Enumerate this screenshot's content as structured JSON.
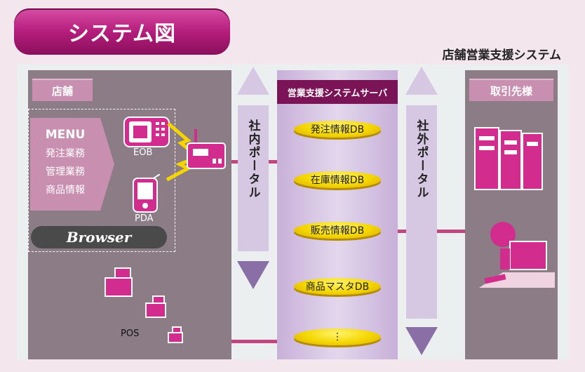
{
  "title": "システム図",
  "subtitle": "店舗営業支援システム",
  "store": {
    "header": "店舗",
    "menu": {
      "title": "MENU",
      "items": [
        "発注業務",
        "管理業務",
        "商品情報"
      ]
    },
    "browser": "Browser",
    "devices": {
      "eob": "EOB",
      "pda": "PDA",
      "pos": "POS"
    }
  },
  "server": {
    "header": "営業支援システムサーバ",
    "dbs": [
      "発注情報DB",
      "在庫情報DB",
      "販売情報DB",
      "商品マスタDB",
      "⋮"
    ]
  },
  "portals": {
    "internal": "社内ポータル",
    "external": "社外ポータル"
  },
  "partner": {
    "header": "取引先様"
  },
  "colors": {
    "accent": "#b51d7c",
    "panel": "#8b7c86",
    "db": "#f4d600"
  }
}
